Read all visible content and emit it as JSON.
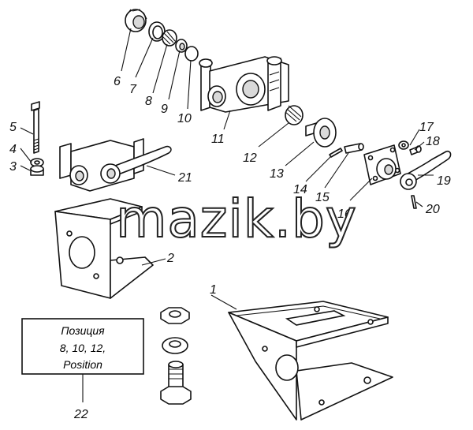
{
  "callouts": [
    {
      "id": "c1",
      "text": "1"
    },
    {
      "id": "c2",
      "text": "2"
    },
    {
      "id": "c3",
      "text": "3"
    },
    {
      "id": "c4",
      "text": "4"
    },
    {
      "id": "c5",
      "text": "5"
    },
    {
      "id": "c6",
      "text": "6"
    },
    {
      "id": "c7",
      "text": "7"
    },
    {
      "id": "c8",
      "text": "8"
    },
    {
      "id": "c9",
      "text": "9"
    },
    {
      "id": "c10",
      "text": "10"
    },
    {
      "id": "c11",
      "text": "11"
    },
    {
      "id": "c12",
      "text": "12"
    },
    {
      "id": "c13",
      "text": "13"
    },
    {
      "id": "c14",
      "text": "14"
    },
    {
      "id": "c15",
      "text": "15"
    },
    {
      "id": "c16",
      "text": "16"
    },
    {
      "id": "c17",
      "text": "17"
    },
    {
      "id": "c18",
      "text": "18"
    },
    {
      "id": "c19",
      "text": "19"
    },
    {
      "id": "c20",
      "text": "20"
    },
    {
      "id": "c21",
      "text": "21"
    },
    {
      "id": "c22",
      "text": "22"
    }
  ],
  "note_box": {
    "lines": [
      "Позиция",
      "8, 10, 12,",
      "Position"
    ]
  },
  "watermark": "mazik.by"
}
